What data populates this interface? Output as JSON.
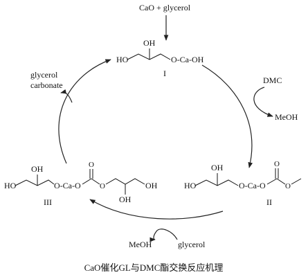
{
  "top_reactants": "CaO + glycerol",
  "compound_I": {
    "label": "I",
    "ho_left": "HO",
    "oh_top": "OH",
    "tail": "O-Ca-OH"
  },
  "compound_II": {
    "label": "II",
    "ho_left": "HO",
    "oh_top": "OH",
    "tail": "O-Ca-O",
    "carbonyl_o": "O",
    "ester_o": "O"
  },
  "compound_III": {
    "label": "III",
    "ho_left": "HO",
    "oh_top": "OH",
    "ca_link": "O-Ca-O",
    "carbonyl_o": "O",
    "ester_o": "O",
    "oh_bottom": "OH",
    "oh_right": "OH"
  },
  "dmc_label": "DMC",
  "meoh_right": "MeOH",
  "meoh_bottom": "MeOH",
  "glycerol_bottom": "glycerol",
  "product_line1": "glycerol",
  "product_line2": "carbonate",
  "caption": "CaO催化GL与DMC酯交换反应机理",
  "colors": {
    "ink": "#111111",
    "background": "#ffffff"
  }
}
